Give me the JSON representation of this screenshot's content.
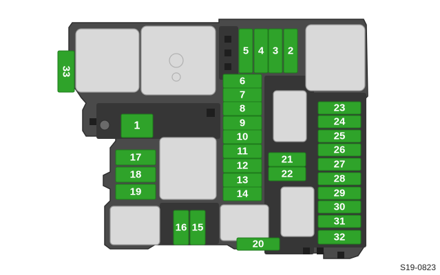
{
  "reference_code": "S19-0823",
  "colors": {
    "fuse": "#2fa32a",
    "fuse_edge": "#1f7a1c",
    "housing": "#4a4a4a",
    "housing_dark": "#2e2e2e",
    "relay": "#d9d9d9",
    "relay_edge": "#9a9a9a"
  },
  "fuses": [
    {
      "id": "f1",
      "label": "1"
    },
    {
      "id": "f2",
      "label": "2"
    },
    {
      "id": "f3",
      "label": "3"
    },
    {
      "id": "f4",
      "label": "4"
    },
    {
      "id": "f5",
      "label": "5"
    },
    {
      "id": "f6",
      "label": "6"
    },
    {
      "id": "f7",
      "label": "7"
    },
    {
      "id": "f8",
      "label": "8"
    },
    {
      "id": "f9",
      "label": "9"
    },
    {
      "id": "f10",
      "label": "10"
    },
    {
      "id": "f11",
      "label": "11"
    },
    {
      "id": "f12",
      "label": "12"
    },
    {
      "id": "f13",
      "label": "13"
    },
    {
      "id": "f14",
      "label": "14"
    },
    {
      "id": "f15",
      "label": "15"
    },
    {
      "id": "f16",
      "label": "16"
    },
    {
      "id": "f17",
      "label": "17"
    },
    {
      "id": "f18",
      "label": "18"
    },
    {
      "id": "f19",
      "label": "19"
    },
    {
      "id": "f20",
      "label": "20"
    },
    {
      "id": "f21",
      "label": "21"
    },
    {
      "id": "f22",
      "label": "22"
    },
    {
      "id": "f23",
      "label": "23"
    },
    {
      "id": "f24",
      "label": "24"
    },
    {
      "id": "f25",
      "label": "25"
    },
    {
      "id": "f26",
      "label": "26"
    },
    {
      "id": "f27",
      "label": "27"
    },
    {
      "id": "f28",
      "label": "28"
    },
    {
      "id": "f29",
      "label": "29"
    },
    {
      "id": "f30",
      "label": "30"
    },
    {
      "id": "f31",
      "label": "31"
    },
    {
      "id": "f32",
      "label": "32"
    },
    {
      "id": "f33",
      "label": "33"
    }
  ]
}
